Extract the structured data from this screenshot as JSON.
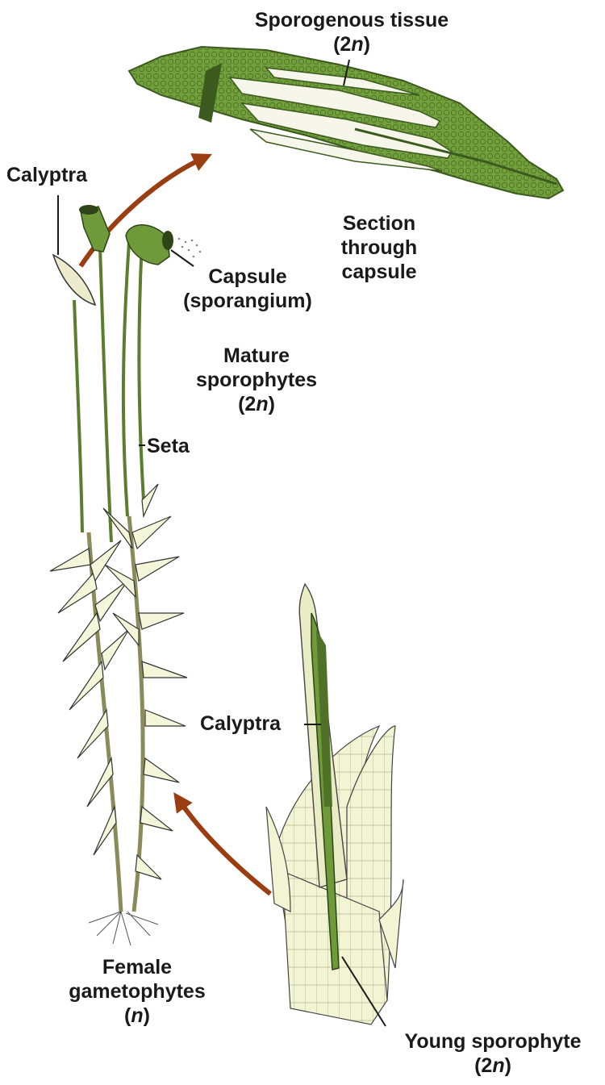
{
  "labels": {
    "sporogenous_tissue": {
      "line1": "Sporogenous tissue",
      "pre": "(2",
      "ital": "n",
      "post": ")"
    },
    "section": {
      "line1": "Section",
      "line2": "through",
      "line3": "capsule"
    },
    "calyptra_top": "Calyptra",
    "capsule": {
      "line1": "Capsule",
      "line2": "(sporangium)"
    },
    "mature": {
      "line1": "Mature",
      "line2": "sporophytes",
      "pre": "(2",
      "ital": "n",
      "post": ")"
    },
    "seta": "Seta",
    "calyptra_bottom": "Calyptra",
    "female": {
      "line1": "Female",
      "line2": "gametophytes",
      "pre": "(",
      "ital": "n",
      "post": ")"
    },
    "young": {
      "line1": "Young sporophyte",
      "pre": "(2",
      "ital": "n",
      "post": ")"
    }
  },
  "colors": {
    "capsule_green": "#6e9a3a",
    "capsule_dark": "#3d5a1e",
    "leaf_fill": "#f4f6da",
    "arrow": "#9a3d10",
    "ink": "#1a1a1a"
  }
}
